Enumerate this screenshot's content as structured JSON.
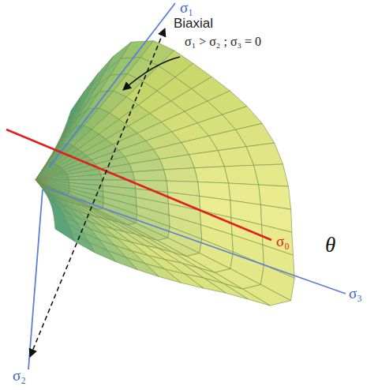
{
  "diagram": {
    "labels": [
      "σ₁",
      "Biaxial",
      "σ₁ > σ₂ ; σ₃ = 0",
      "σ₀",
      "θ",
      "σ₃",
      "σ₂"
    ]
  }
}
